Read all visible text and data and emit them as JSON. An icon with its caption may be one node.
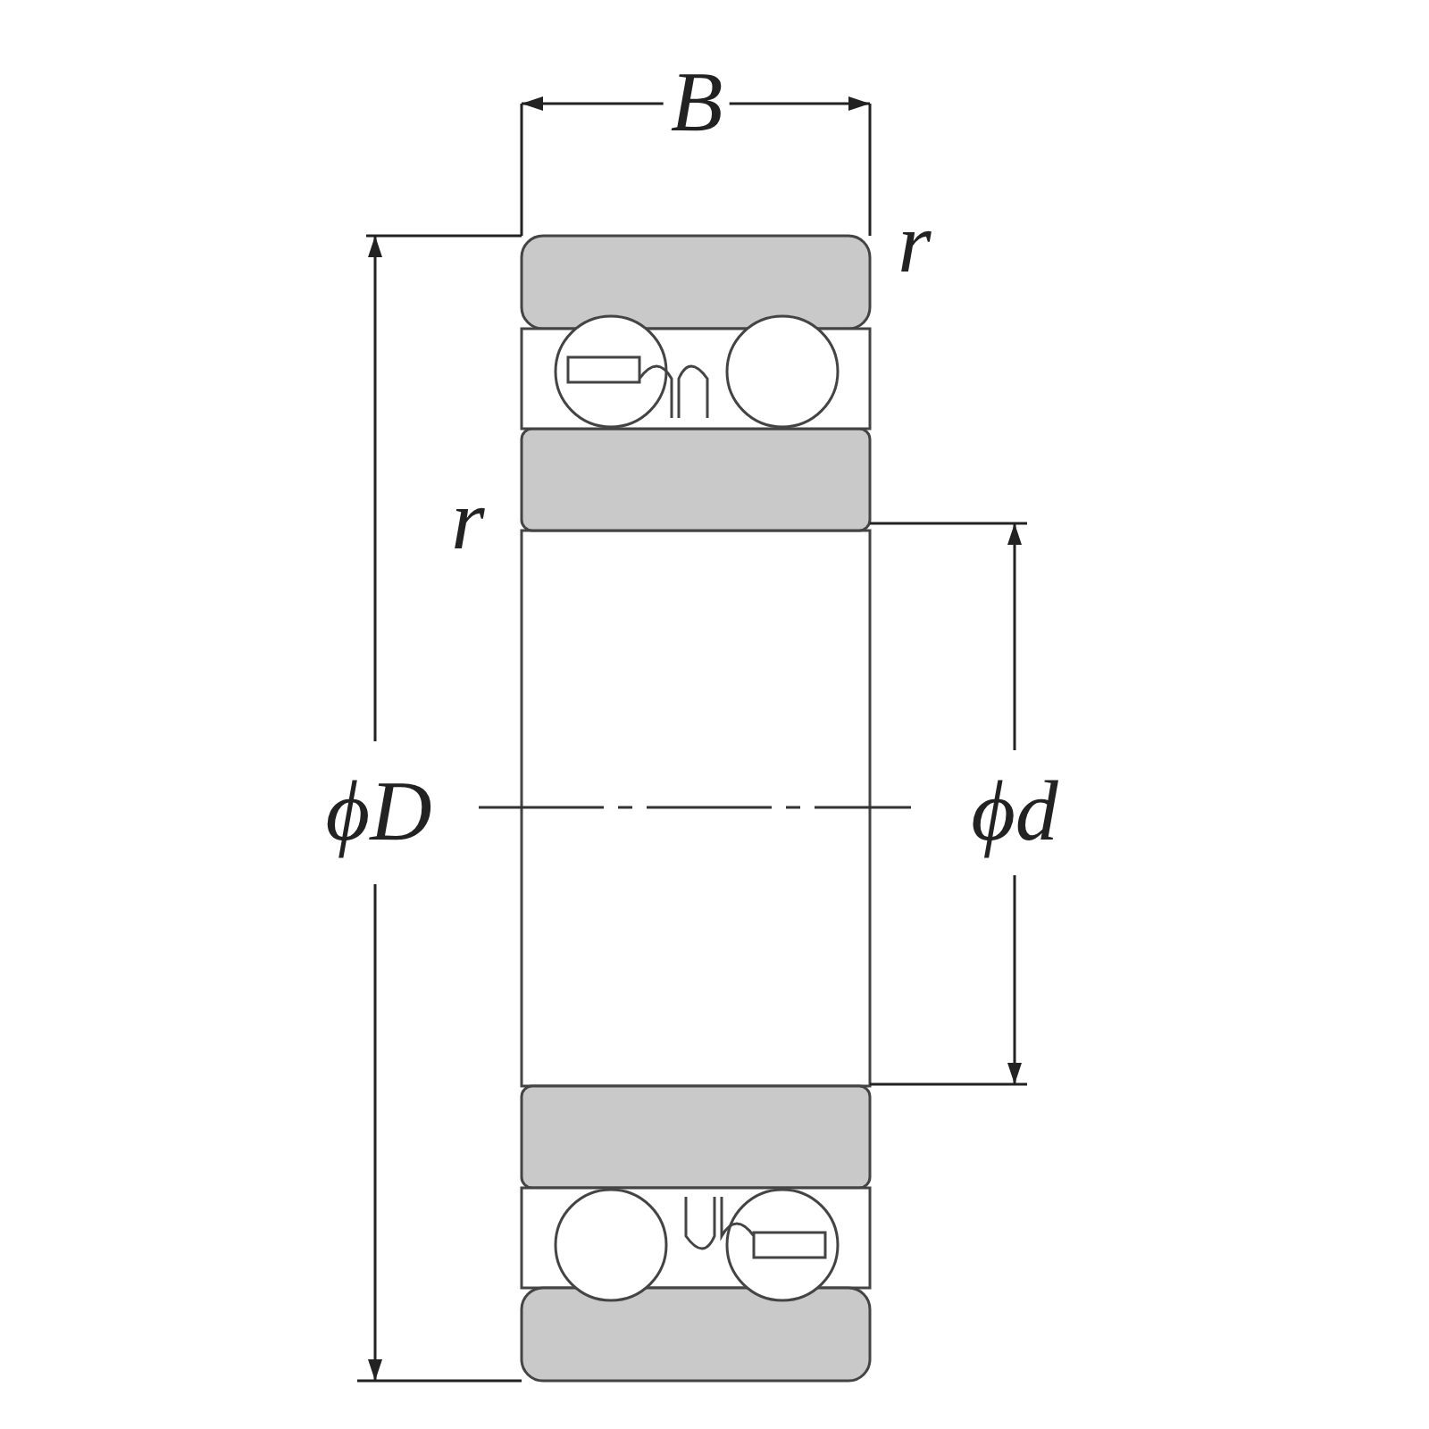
{
  "diagram": {
    "labels": [
      "B",
      "r",
      "r",
      "ϕD",
      "ϕd"
    ]
  }
}
